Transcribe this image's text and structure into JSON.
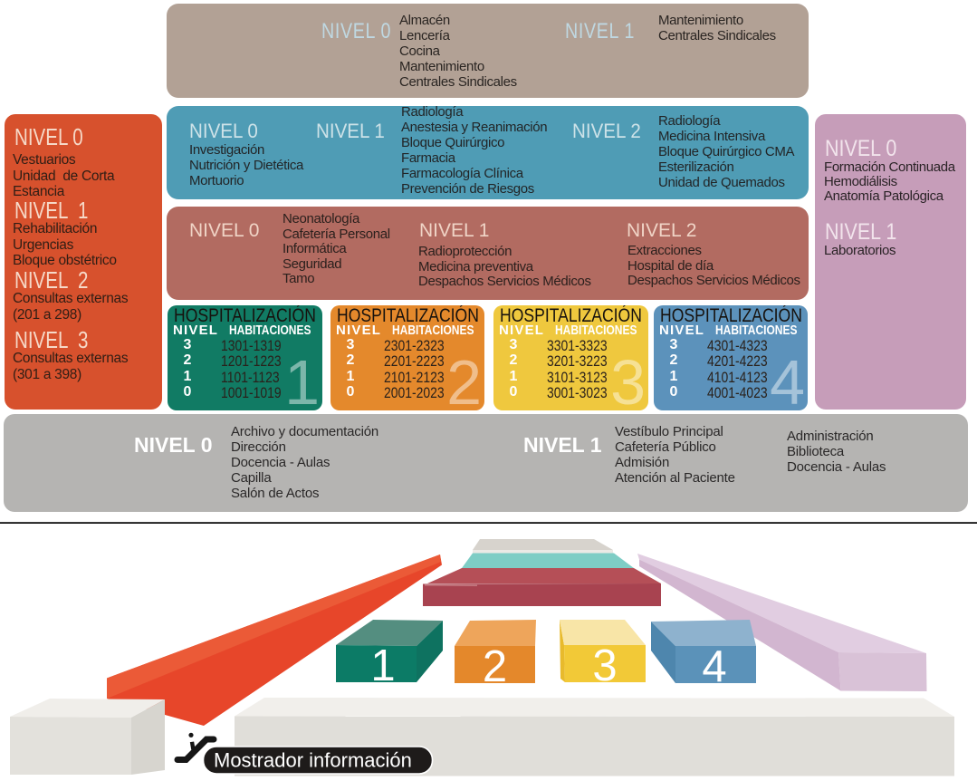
{
  "panel": {
    "general_services": {
      "color": "#b2a195",
      "sections": [
        {
          "title": "NIVEL 0",
          "items": [
            "Almacén",
            "Lencería",
            "Cocina",
            "Mantenimiento",
            "Centrales Sindicales"
          ]
        },
        {
          "title": "NIVEL 1",
          "items": [
            "Mantenimiento",
            "Centrales Sindicales"
          ]
        }
      ]
    },
    "clinical_services": {
      "color": "#4f9cb5",
      "sections": [
        {
          "title": "NIVEL 0",
          "items": [
            "Investigación",
            "Nutrición y Dietética",
            "Mortuorio"
          ]
        },
        {
          "title": "NIVEL 1",
          "items": [
            "Radiología",
            "Anestesia y Reanimación",
            "Bloque Quirúrgico",
            "Farmacia",
            "Farmacología Clínica",
            "Prevención de Riesgos"
          ]
        },
        {
          "title": "NIVEL 2",
          "items": [
            "Radiología",
            "Medicina Intensiva",
            "Bloque Quirúrgico CMA",
            "Esterilización",
            "Unidad de Quemados"
          ]
        }
      ]
    },
    "support_services": {
      "color": "#b26b61",
      "sections": [
        {
          "title": "NIVEL 0",
          "items": [
            "Neonatología",
            "Cafetería Personal",
            "Informática",
            "Seguridad",
            "Tamo"
          ]
        },
        {
          "title": "NIVEL 1",
          "items": [
            "Radioprotección",
            "Medicina preventiva",
            "Despachos Servicios Médicos"
          ]
        },
        {
          "title": "NIVEL 2",
          "items": [
            "Extracciones",
            "Hospital de día",
            "Despachos Servicios Médicos"
          ]
        }
      ]
    },
    "left_wing": {
      "color": "#d7512d",
      "sections": [
        {
          "title": "NIVEL 0",
          "items": [
            "Vestuarios",
            "Unidad  de Corta",
            "Estancia"
          ]
        },
        {
          "title": "NIVEL  1",
          "items": [
            "Rehabilitación",
            "Urgencias",
            "Bloque obstétrico"
          ]
        },
        {
          "title": "NIVEL  2",
          "items": [
            "Consultas externas",
            "(201 a 298)"
          ]
        },
        {
          "title": "NIVEL  3",
          "items": [
            "Consultas externas",
            "(301 a 398)"
          ]
        }
      ]
    },
    "right_wing": {
      "color": "#c69db9",
      "sections": [
        {
          "title": "NIVEL 0",
          "items": [
            "Formación Continuada",
            "Hemodiálisis",
            "Anatomía Patológica"
          ]
        },
        {
          "title": "NIVEL 1",
          "items": [
            "Laboratorios"
          ]
        }
      ]
    },
    "main_building": {
      "color": "#b5b4b2",
      "sections": [
        {
          "title": "NIVEL 0",
          "items": [
            "Archivo y documentación",
            "Dirección",
            "Docencia - Aulas",
            "Capilla",
            "Salón de Actos"
          ]
        },
        {
          "title": "NIVEL 1",
          "items": [
            "Vestíbulo Principal",
            "Cafetería Público",
            "Admisión",
            "Atención al Paciente"
          ]
        },
        {
          "title": "",
          "items": [
            "Administración",
            "Biblioteca",
            "Docencia - Aulas"
          ]
        }
      ]
    }
  },
  "hospitalization": {
    "title": "HOSPITALIZACIÓN",
    "col_nivel": "NIVEL",
    "col_habitaciones": "HABITACIONES",
    "towers": [
      {
        "number": "1",
        "color": "#117b64",
        "rows": [
          {
            "nivel": "3",
            "rooms": "1301-1319"
          },
          {
            "nivel": "2",
            "rooms": "1201-1223"
          },
          {
            "nivel": "1",
            "rooms": "1101-1123"
          },
          {
            "nivel": "0",
            "rooms": "1001-1019"
          }
        ]
      },
      {
        "number": "2",
        "color": "#e4892c",
        "rows": [
          {
            "nivel": "3",
            "rooms": "2301-2323"
          },
          {
            "nivel": "2",
            "rooms": "2201-2223"
          },
          {
            "nivel": "1",
            "rooms": "2101-2123"
          },
          {
            "nivel": "0",
            "rooms": "2001-2023"
          }
        ]
      },
      {
        "number": "3",
        "color": "#efc83e",
        "rows": [
          {
            "nivel": "3",
            "rooms": "3301-3323"
          },
          {
            "nivel": "2",
            "rooms": "3201-3223"
          },
          {
            "nivel": "1",
            "rooms": "3101-3123"
          },
          {
            "nivel": "0",
            "rooms": "3001-3023"
          }
        ]
      },
      {
        "number": "4",
        "color": "#5c92bb",
        "rows": [
          {
            "nivel": "3",
            "rooms": "4301-4323"
          },
          {
            "nivel": "2",
            "rooms": "4201-4223"
          },
          {
            "nivel": "1",
            "rooms": "4101-4123"
          },
          {
            "nivel": "0",
            "rooms": "4001-4023"
          }
        ]
      }
    ]
  },
  "scene": {
    "info_badge": "Mostrador información",
    "badge_color": "#1e1b1a",
    "icon": "escalator-icon",
    "tower_labels": [
      "1",
      "2",
      "3",
      "4"
    ]
  }
}
